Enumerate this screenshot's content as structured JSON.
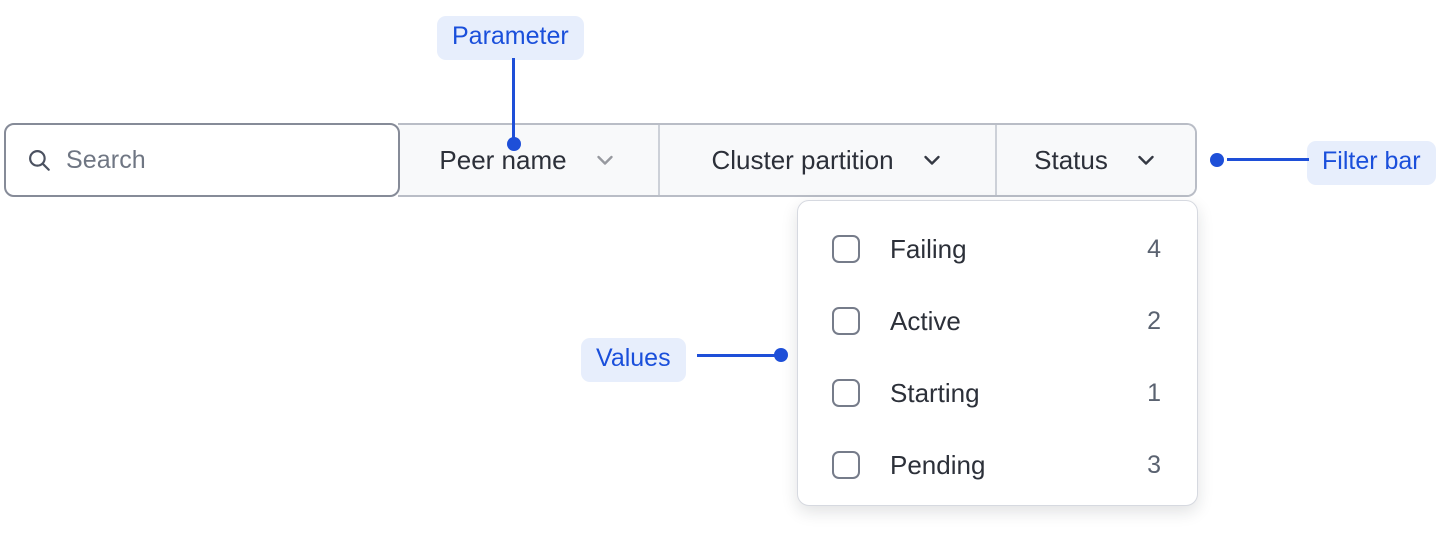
{
  "filter_bar": {
    "search": {
      "icon": "search-icon",
      "placeholder": "Search",
      "value": ""
    },
    "segments": [
      {
        "label": "Peer name",
        "icon": "chevron-down-icon"
      },
      {
        "label": "Cluster partition",
        "icon": "chevron-down-icon"
      },
      {
        "label": "Status",
        "icon": "chevron-down-icon"
      }
    ]
  },
  "dropdown": {
    "open_for": "Status",
    "items": [
      {
        "label": "Failing",
        "count": "4",
        "checked": false
      },
      {
        "label": "Active",
        "count": "2",
        "checked": false
      },
      {
        "label": "Starting",
        "count": "1",
        "checked": false
      },
      {
        "label": "Pending",
        "count": "3",
        "checked": false
      }
    ]
  },
  "annotations": [
    {
      "label": "Parameter"
    },
    {
      "label": "Values"
    },
    {
      "label": "Filter bar"
    }
  ],
  "colors": {
    "annotation_text": "#1a4fdb",
    "annotation_bg": "#e7eefc",
    "annotation_line": "#1e4fd8",
    "segment_bg": "#f8f9fa",
    "text_primary": "#2c3039",
    "text_muted": "#5a6270",
    "border": "#b9bdc6",
    "search_border": "#868b98"
  }
}
